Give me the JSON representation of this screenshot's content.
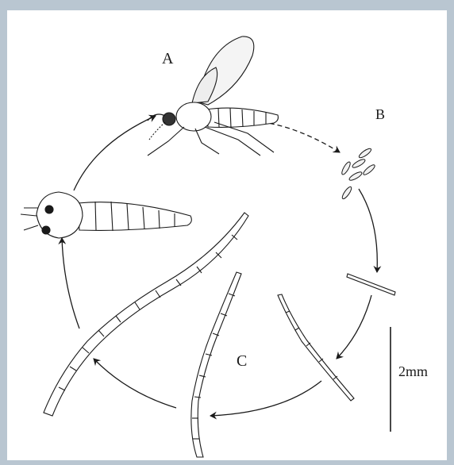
{
  "labels": {
    "stage_a": "A",
    "stage_b": "B",
    "stage_c": "C"
  },
  "scale_bar": {
    "label": "2mm"
  },
  "colors": {
    "frame": "#b9c6d1",
    "panel": "#ffffff",
    "ink": "#1a1a1a"
  }
}
